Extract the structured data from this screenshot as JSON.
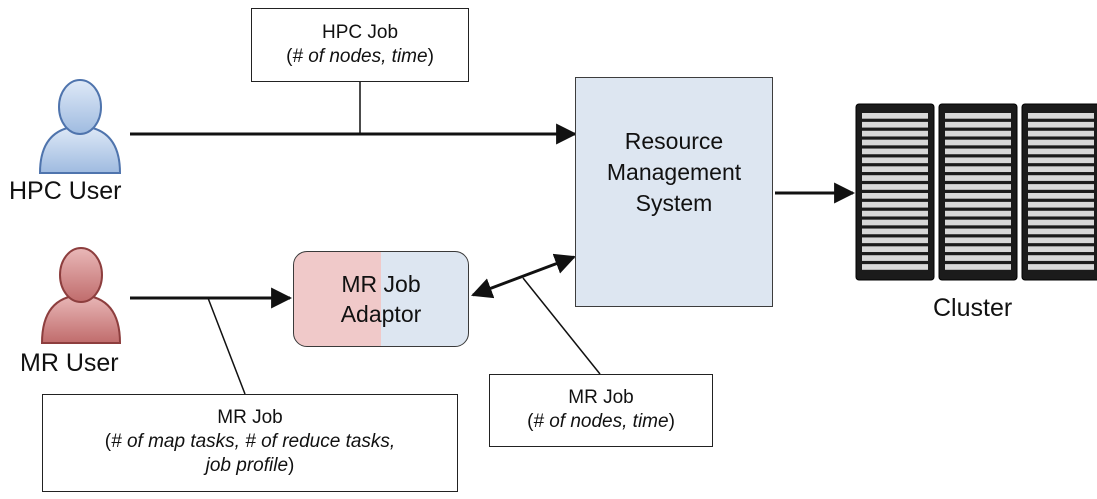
{
  "users": {
    "hpc_label": "HPC User",
    "mr_label": "MR User",
    "hpc_color": "#9fbbe0",
    "mr_color": "#c98080"
  },
  "hpc_job_note": {
    "line1": "HPC Job",
    "line2_open": "(",
    "line2_italic": "# of nodes, time",
    "line2_close": ")"
  },
  "rms": {
    "line1": "Resource",
    "line2": "Management",
    "line3": "System",
    "fill": "#dde6f1"
  },
  "adaptor": {
    "line1": "MR Job",
    "line2": "Adaptor",
    "fill_left": "#f0c9c9",
    "fill_right": "#dde6f1"
  },
  "mr_job_note_left": {
    "line1": "MR Job",
    "line2_open": "(",
    "line2_italic": "# of map tasks, # of reduce tasks,",
    "line3_italic": "job profile",
    "line3_close": ")"
  },
  "mr_job_note_right": {
    "line1": "MR Job",
    "line2_open": "(",
    "line2_italic": "# of nodes, time",
    "line2_close": ")"
  },
  "cluster": {
    "label": "Cluster",
    "rack_count": 3,
    "slot_count": 18
  }
}
